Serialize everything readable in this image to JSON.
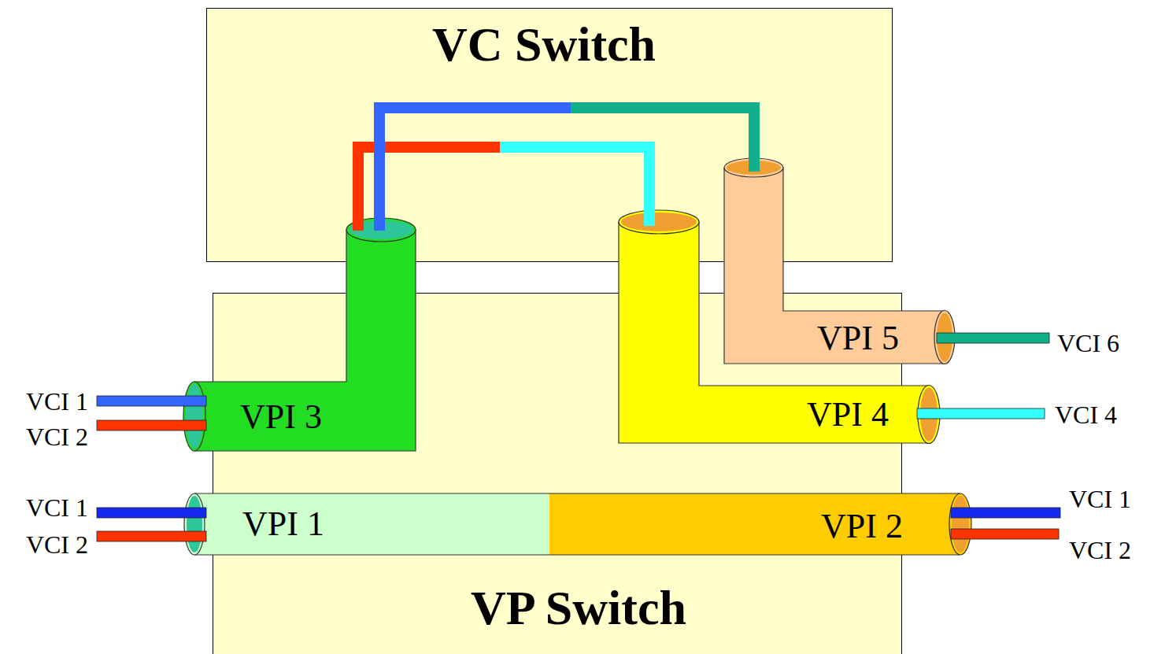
{
  "diagram": {
    "nodes": [
      {
        "text": [
          "VC Switch"
        ]
      },
      {
        "text": [
          "VP Switch"
        ]
      },
      {
        "text": [
          "VPI 5"
        ]
      },
      {
        "text": [
          "VPI 3"
        ]
      },
      {
        "text": [
          "VPI 4"
        ]
      },
      {
        "text": [
          "VPI 1"
        ]
      },
      {
        "text": [
          "VPI 2"
        ]
      }
    ],
    "edges": [
      {
        "from": 3,
        "to": 2,
        "arrow": "none"
      },
      {
        "from": 3,
        "to": 4,
        "arrow": "none"
      }
    ],
    "labels": [
      "VCI 1",
      "VCI 2",
      "VCI 1",
      "VCI 2",
      "VCI 6",
      "VCI 4",
      "VCI 1",
      "VCI 2"
    ]
  }
}
